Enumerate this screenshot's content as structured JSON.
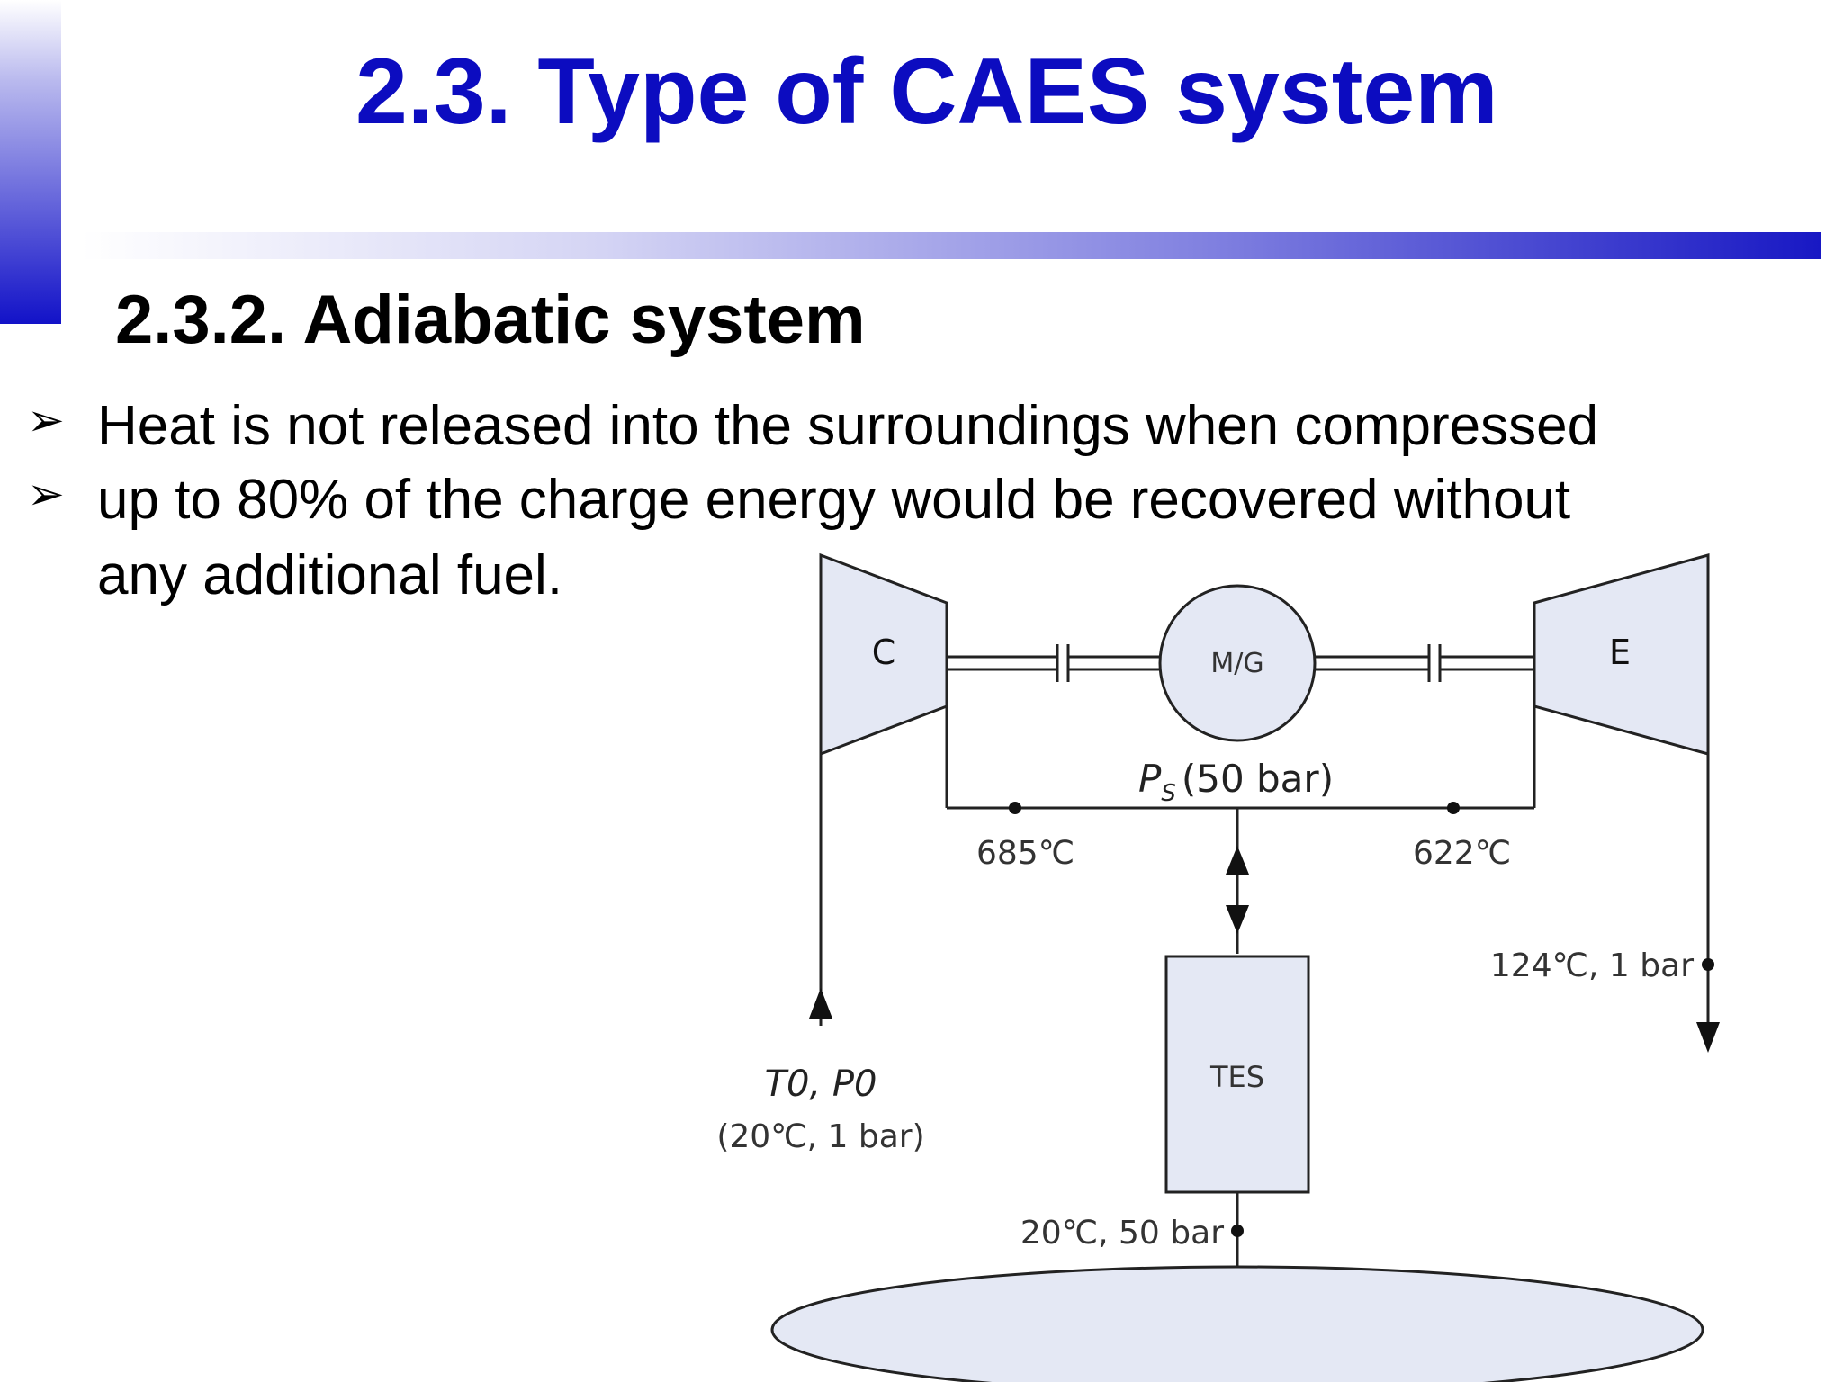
{
  "header": {
    "title": "2.3. Type of CAES system",
    "accent_color": "#0c0cc0"
  },
  "section": {
    "subtitle": "2.3.2. Adiabatic system"
  },
  "bullets": [
    {
      "marker": "arrow-bullet-icon",
      "lines": [
        "Heat is not released into the surroundings when compressed"
      ]
    },
    {
      "marker": "arrow-bullet-icon",
      "lines": [
        "up to 80% of the charge energy would be recovered without",
        "any additional fuel."
      ]
    }
  ],
  "diagram": {
    "compressor_label": "C",
    "motor_generator_label": "M/G",
    "expander_label": "E",
    "storage_pressure": "(50 bar)",
    "storage_pressure_symbol": "P",
    "storage_pressure_subscript": "S",
    "temp_after_compressor": "685℃",
    "temp_before_expander": "622℃",
    "exhaust_condition": "124℃, 1 bar",
    "inlet_symbol": "T0, P0",
    "inlet_condition": "(20℃, 1 bar)",
    "tes_label": "TES",
    "cavern_condition": "20℃, 50 bar",
    "component_fill": "#e4e8f4"
  }
}
